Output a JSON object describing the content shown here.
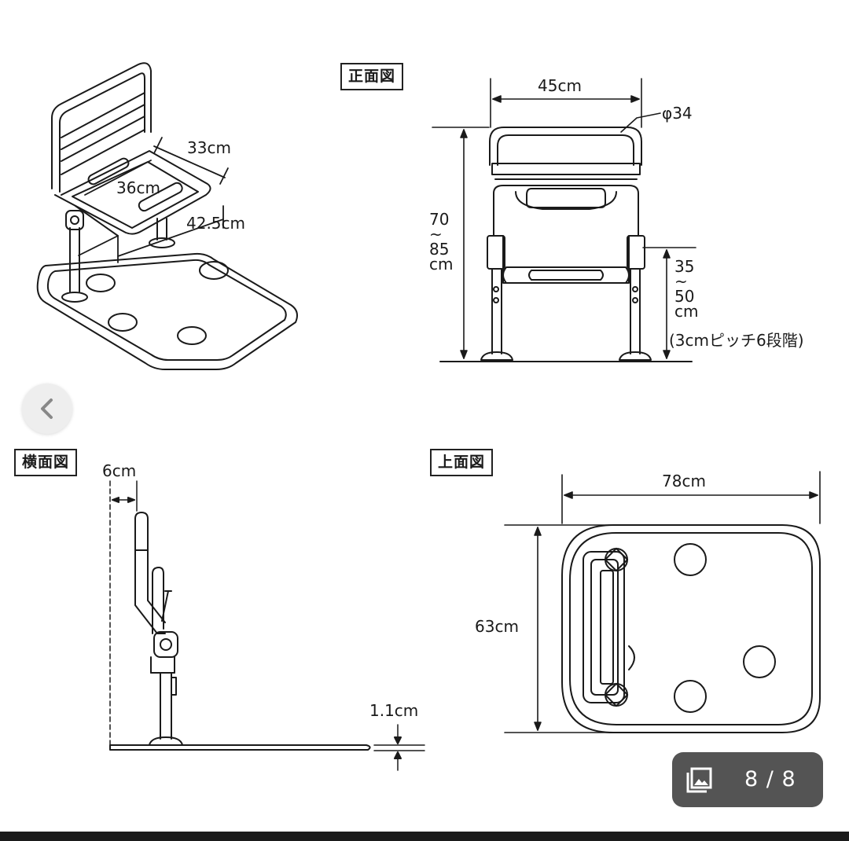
{
  "views": {
    "front": "正面図",
    "side": "横面図",
    "top": "上面図"
  },
  "perspective": {
    "backrest_depth": "33cm",
    "seat_width": "36cm",
    "seat_depth": "42.5cm"
  },
  "front_view": {
    "width": "45cm",
    "pipe_diameter": "φ34",
    "height_lines": [
      "70",
      "~",
      "85",
      "cm"
    ],
    "seat_height_lines": [
      "35",
      "~",
      "50",
      "cm"
    ],
    "seat_height_note": "(3cmピッチ6段階)"
  },
  "side_view": {
    "offset": "6cm",
    "base_thickness": "1.1cm"
  },
  "top_view": {
    "width": "78cm",
    "depth": "63cm"
  },
  "gallery": {
    "counter": "8 / 8",
    "icon": "gallery-icon",
    "nav_icon": "chevron-left-icon"
  },
  "colors": {
    "line": "#1a1a1a",
    "overlay": "#3c3c3c",
    "bottom_bar": "#1b1b1b"
  }
}
